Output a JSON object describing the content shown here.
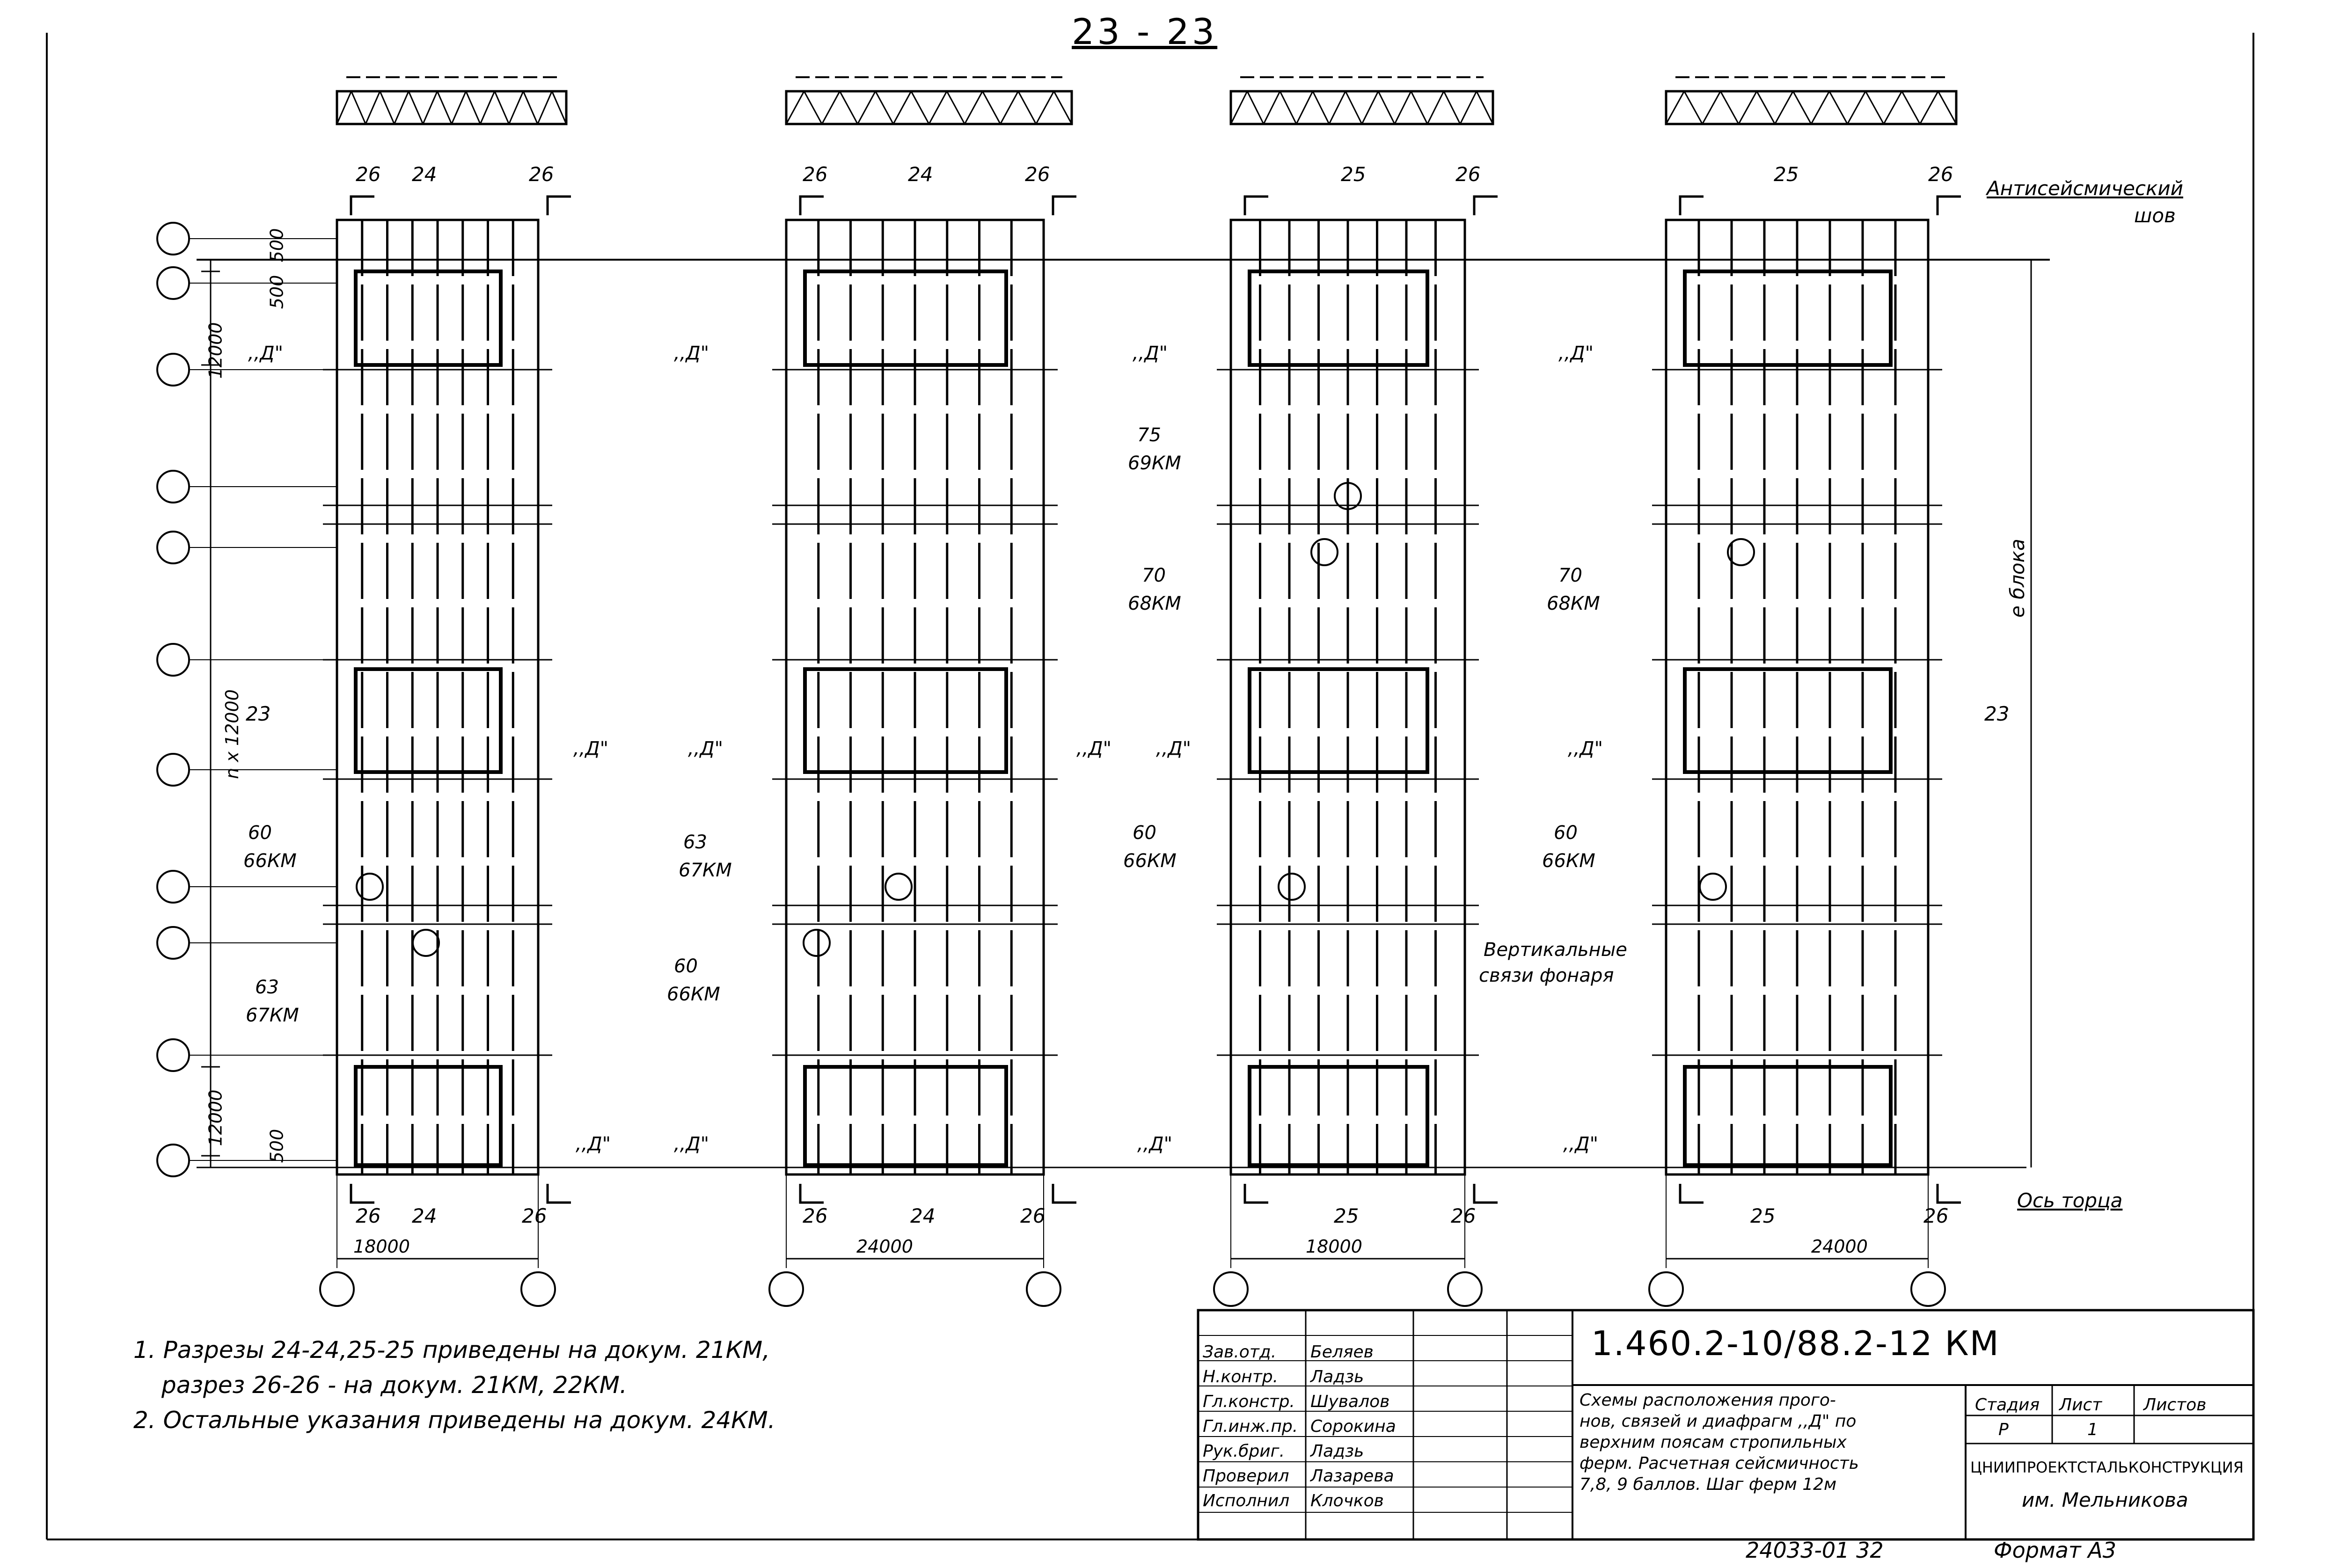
{
  "section_title": "23 - 23",
  "labels": {
    "antiseismic_joint": "Антисейсмический шов",
    "end_axis": "Ось торца",
    "block_length": "е блока",
    "vertical_bracing": "Вертикальные связи фонаря",
    "cut_marker": "23"
  },
  "panels": [
    {
      "span": "18000",
      "top_cuts": [
        "26",
        "24",
        "26"
      ],
      "bottom_cuts": [
        "26",
        "24",
        "26"
      ],
      "callouts": [
        {
          "num": "60",
          "doc": "66КМ"
        },
        {
          "num": "63",
          "doc": "67КМ"
        }
      ]
    },
    {
      "span": "24000",
      "top_cuts": [
        "26",
        "24",
        "26"
      ],
      "bottom_cuts": [
        "26",
        "24",
        "26"
      ],
      "callouts": [
        {
          "num": "63",
          "doc": "67КМ"
        },
        {
          "num": "60",
          "doc": "66КМ"
        }
      ]
    },
    {
      "span": "18000",
      "top_cuts": [
        "25",
        "26"
      ],
      "bottom_cuts": [
        "25",
        "26"
      ],
      "callouts": [
        {
          "num": "75",
          "doc": "69КМ"
        },
        {
          "num": "70",
          "doc": "68КМ"
        },
        {
          "num": "60",
          "doc": "66КМ"
        }
      ]
    },
    {
      "span": "24000",
      "top_cuts": [
        "25",
        "26"
      ],
      "bottom_cuts": [
        "25",
        "26"
      ],
      "callouts": [
        {
          "num": "70",
          "doc": "68КМ"
        },
        {
          "num": "60",
          "doc": "66КМ"
        }
      ]
    }
  ],
  "left_dims": [
    "500",
    "500",
    "12000",
    "n x 12000",
    "12000",
    "500"
  ],
  "diaphragm_label": ",,Д\"",
  "notes": [
    "1. Разрезы 24-24,25-25 приведены на докум. 21КМ,",
    "разрез 26-26 - на докум. 21КМ, 22КМ.",
    "2. Остальные указания приведены на докум. 24КМ."
  ],
  "title_block": {
    "doc_code": "1.460.2-10/88.2-12 КМ",
    "signatures": [
      {
        "role": "Зав.отд.",
        "name": "Беляев"
      },
      {
        "role": "Н.контр.",
        "name": "Ладзь"
      },
      {
        "role": "Гл.констр.",
        "name": "Шувалов"
      },
      {
        "role": "Гл.инж.пр.",
        "name": "Сорокина"
      },
      {
        "role": "Рук.бриг.",
        "name": "Ладзь"
      },
      {
        "role": "Проверил",
        "name": "Лазарева"
      },
      {
        "role": "Исполнил",
        "name": "Клочков"
      }
    ],
    "description": [
      "Схемы расположения прого-",
      "нов, связей и диафрагм ,,Д\" по",
      "верхним поясам стропильных",
      "ферм. Расчетная сейсмичность",
      "7,8, 9 баллов. Шаг ферм 12м"
    ],
    "stage_header": "Стадия",
    "stage": "Р",
    "sheet_header": "Лист",
    "sheet": "1",
    "sheets_header": "Листов",
    "sheets": "",
    "org_line1": "ЦНИИПРОЕКТСТАЛЬКОНСТРУКЦИЯ",
    "org_line2": "им. Мельникова"
  },
  "footer": {
    "archive": "24033-01 32",
    "format": "Формат А3"
  }
}
